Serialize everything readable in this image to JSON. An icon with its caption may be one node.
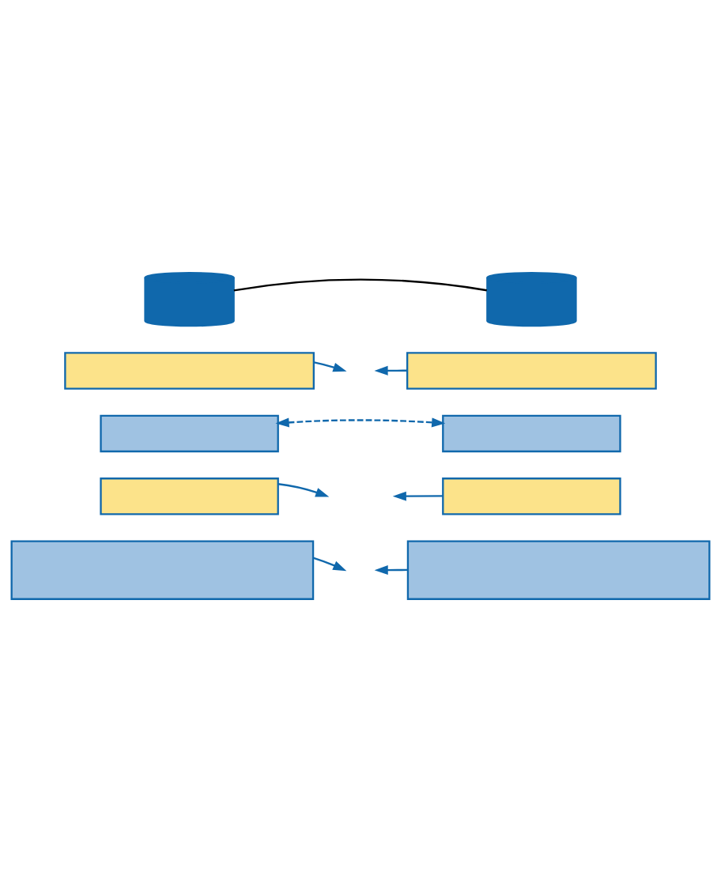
{
  "diagram": {
    "nodes": [
      {
        "text": [],
        "shape": "cylinder"
      },
      {
        "text": [],
        "shape": "cylinder"
      },
      {
        "text": [],
        "shape": "box"
      },
      {
        "text": [],
        "shape": "box"
      },
      {
        "text": [],
        "shape": "box"
      },
      {
        "text": [],
        "shape": "box"
      },
      {
        "text": [],
        "shape": "box"
      },
      {
        "text": [],
        "shape": "box"
      },
      {
        "text": [],
        "shape": "box"
      },
      {
        "text": [],
        "shape": "box"
      }
    ],
    "edges": [
      {
        "from": 0,
        "to": 1,
        "arrow": "none",
        "color": "#000000"
      },
      {
        "from": 2,
        "to": null,
        "arrow": "to"
      },
      {
        "from": 3,
        "to": null,
        "arrow": "to"
      },
      {
        "from": 4,
        "to": 5,
        "arrow": "both",
        "style": "dashed"
      },
      {
        "from": 6,
        "to": null,
        "arrow": "to"
      },
      {
        "from": 7,
        "to": null,
        "arrow": "to"
      },
      {
        "from": 8,
        "to": null,
        "arrow": "to"
      },
      {
        "from": 9,
        "to": null,
        "arrow": "to"
      }
    ]
  }
}
